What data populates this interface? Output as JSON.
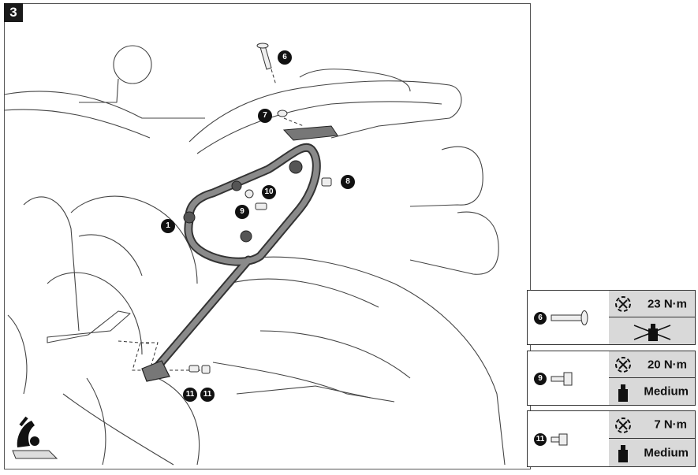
{
  "step": {
    "number": "3"
  },
  "callouts": [
    "6",
    "7",
    "8",
    "10",
    "1",
    "9",
    "11",
    "11"
  ],
  "torque_table": [
    {
      "part": "6",
      "torque": "23 N·m",
      "threadlock": "",
      "threadlock_icon": "threadlocker-not-required-icon"
    },
    {
      "part": "9",
      "torque": "20 N·m",
      "threadlock": "Medium",
      "threadlock_icon": "threadlocker-bottle-icon"
    },
    {
      "part": "11",
      "torque": "7 N·m",
      "threadlock": "Medium",
      "threadlock_icon": "threadlocker-bottle-icon"
    }
  ],
  "colors": {
    "frame": "#555555",
    "panel": "#d9d9d9",
    "bracket": "#7f7f7f",
    "badge": "#111111"
  }
}
